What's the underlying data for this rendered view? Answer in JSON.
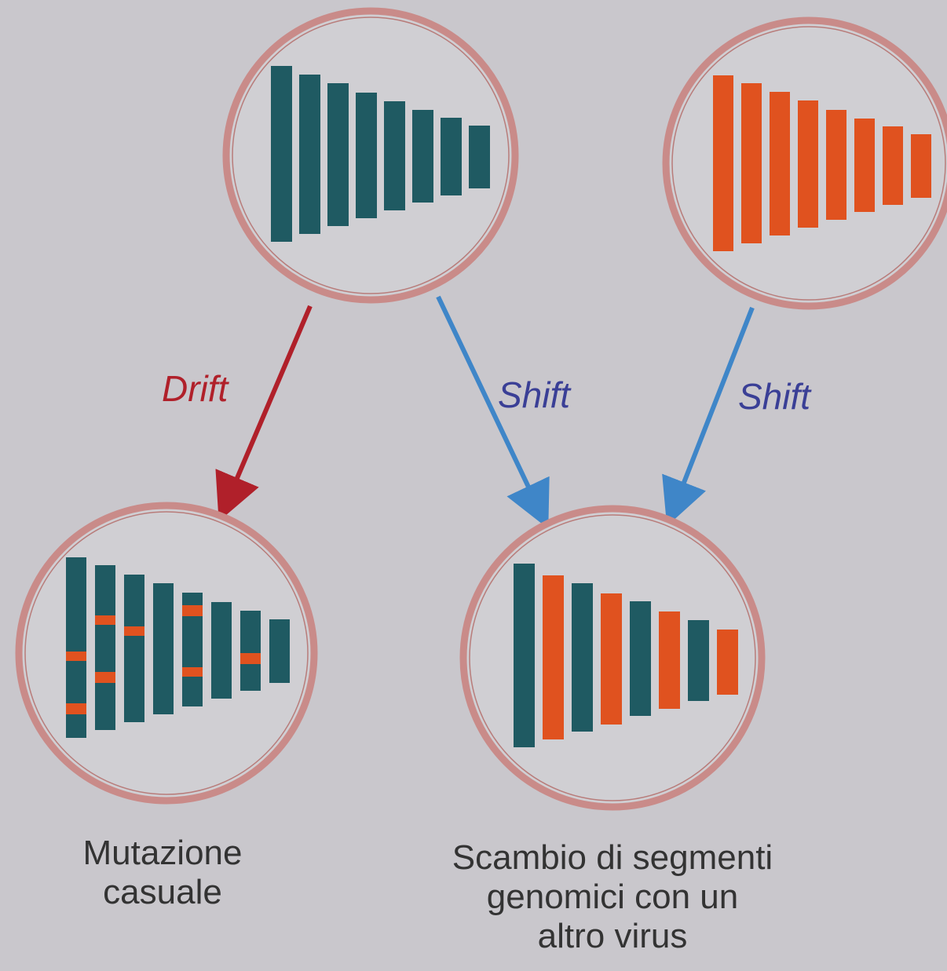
{
  "colors": {
    "background": "#c9c7cc",
    "circle_fill": "#d0cfd3",
    "circle_ring": "#c98b89",
    "teal_segment": "#1f5a62",
    "orange_segment": "#e0521f",
    "drift_arrow": "#b0202a",
    "shift_arrow": "#3f86c8",
    "drift_text": "#b0202a",
    "shift_text": "#3a3f96"
  },
  "labels": {
    "drift": "Drift",
    "shift_left": "Shift",
    "shift_right": "Shift",
    "caption_left": [
      "Mutazione",
      "casuale"
    ],
    "caption_right": [
      "Scambio di segmenti",
      "genomici con un",
      "altro virus"
    ]
  },
  "virus_parent_a": {
    "segment_color": "teal",
    "segment_count": 8
  },
  "virus_parent_b": {
    "segment_color": "orange",
    "segment_count": 8
  },
  "virus_drift": {
    "segment_color": "teal",
    "segment_count": 8,
    "mutation_marks": "orange"
  },
  "virus_shift": {
    "segment_colors": [
      "teal",
      "orange",
      "teal",
      "orange",
      "teal",
      "orange",
      "teal",
      "orange"
    ]
  }
}
